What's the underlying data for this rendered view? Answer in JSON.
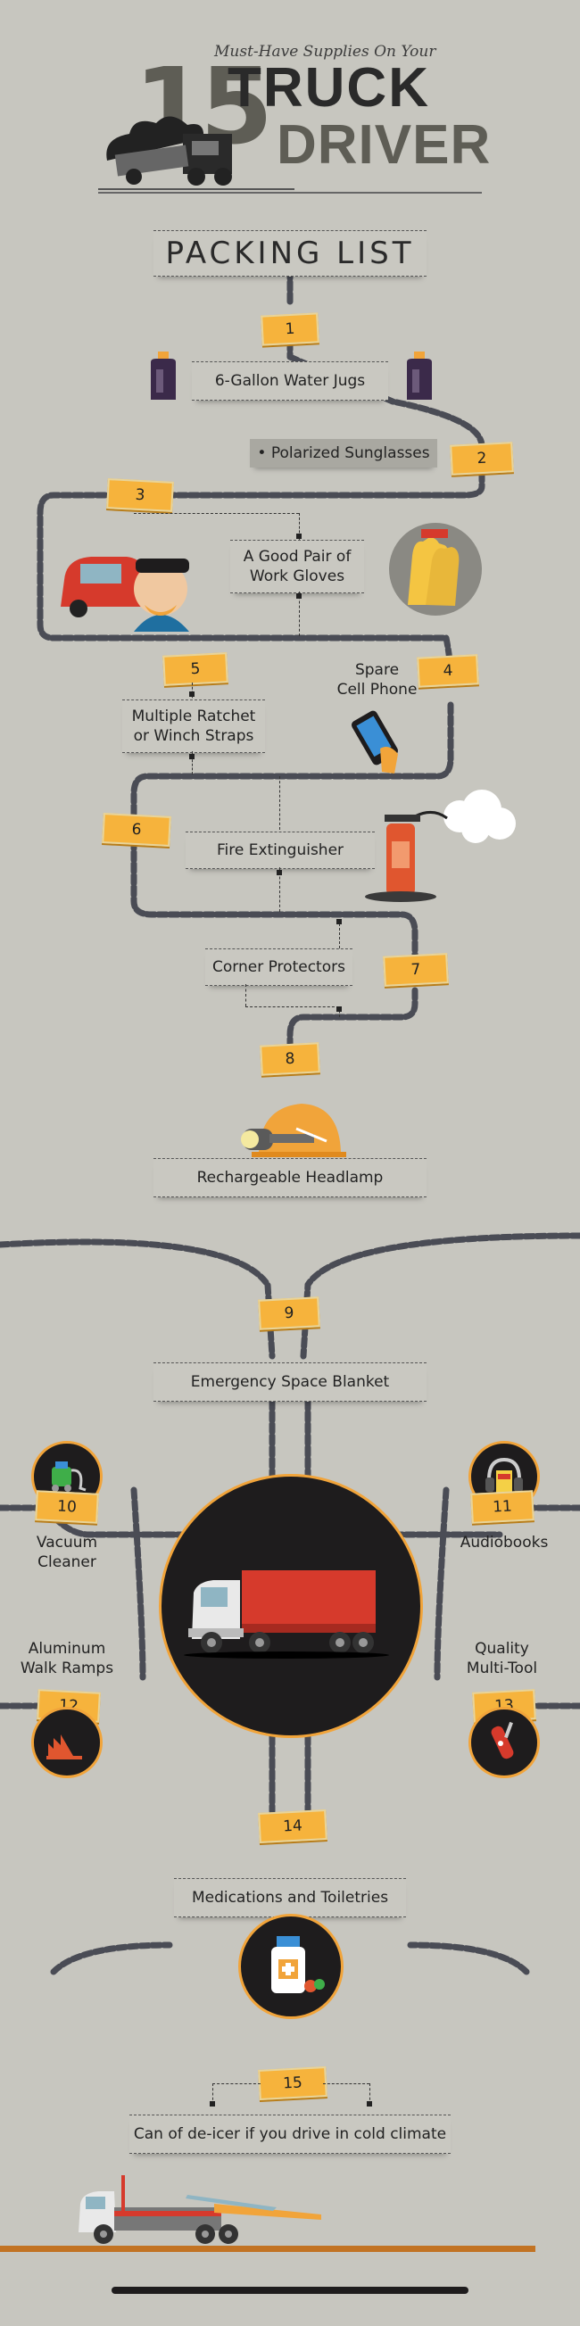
{
  "header": {
    "subtitle": "Must-Have Supplies On Your",
    "number": "15",
    "title_line1": "TRUCK",
    "title_line2": "DRIVER",
    "heading": "PACKING LIST"
  },
  "items": [
    {
      "number": "1",
      "label": "6-Gallon Water Jugs"
    },
    {
      "number": "2",
      "label": "• Polarized Sunglasses"
    },
    {
      "number": "3",
      "label_line1": "A Good Pair of",
      "label_line2": "Work Gloves"
    },
    {
      "number": "4",
      "label_line1": "Spare",
      "label_line2": "Cell Phone"
    },
    {
      "number": "5",
      "label_line1": "Multiple Ratchet",
      "label_line2": "or Winch Straps"
    },
    {
      "number": "6",
      "label": "Fire Extinguisher"
    },
    {
      "number": "7",
      "label": "Corner Protectors"
    },
    {
      "number": "8",
      "label": "Rechargeable Headlamp"
    },
    {
      "number": "9",
      "label": "Emergency Space Blanket"
    },
    {
      "number": "10",
      "label_line1": "Vacuum",
      "label_line2": "Cleaner"
    },
    {
      "number": "11",
      "label": "Audiobooks"
    },
    {
      "number": "12",
      "label_line1": "Aluminum",
      "label_line2": "Walk Ramps"
    },
    {
      "number": "13",
      "label_line1": "Quality",
      "label_line2": "Multi-Tool"
    },
    {
      "number": "14",
      "label": "Medications and Toiletries"
    },
    {
      "number": "15",
      "label": "Can of de-icer if you drive in cold climate"
    }
  ],
  "colors": {
    "background": "#c7c6bf",
    "tag": "#f6b33c",
    "chain": "#4a4c55",
    "dark_circle": "#1e1c1d",
    "accent_orange": "#f1a43a",
    "truck_red": "#d63a2c"
  },
  "icons": [
    "water-jug-icon",
    "driver-car-icon",
    "gloves-icon",
    "cell-phone-icon",
    "fire-extinguisher-icon",
    "headlamp-icon",
    "vacuum-icon",
    "audiobook-icon",
    "ramps-icon",
    "multitool-icon",
    "semi-truck-icon",
    "medicine-icon",
    "tow-truck-icon"
  ]
}
